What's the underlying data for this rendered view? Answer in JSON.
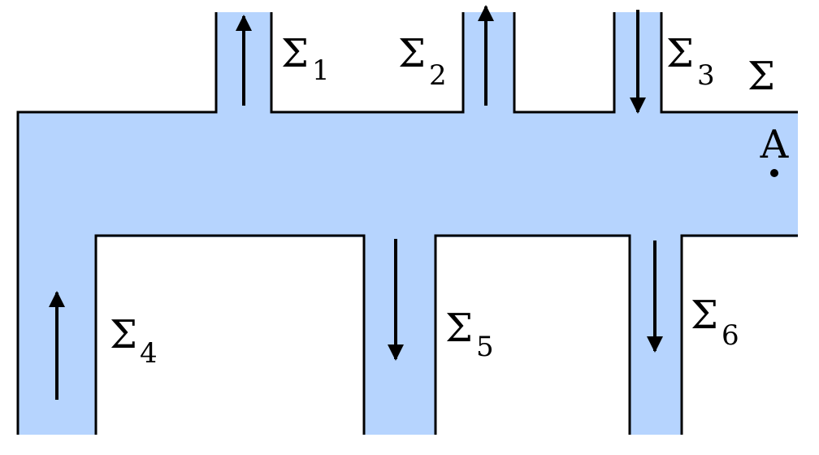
{
  "colors": {
    "fluid": "#b6d4fe",
    "wall": "#000000",
    "background": "#ffffff"
  },
  "labels": {
    "sigma_main": "Σ",
    "point": "A",
    "s1": {
      "symbol": "Σ",
      "sub": "1"
    },
    "s2": {
      "symbol": "Σ",
      "sub": "2"
    },
    "s3": {
      "symbol": "Σ",
      "sub": "3"
    },
    "s4": {
      "symbol": "Σ",
      "sub": "4"
    },
    "s5": {
      "symbol": "Σ",
      "sub": "5"
    },
    "s6": {
      "symbol": "Σ",
      "sub": "6"
    }
  },
  "branches": [
    {
      "id": "s1",
      "flow": "out"
    },
    {
      "id": "s2",
      "flow": "out"
    },
    {
      "id": "s3",
      "flow": "in"
    },
    {
      "id": "s4",
      "flow": "in"
    },
    {
      "id": "s5",
      "flow": "out"
    },
    {
      "id": "s6",
      "flow": "out"
    }
  ]
}
